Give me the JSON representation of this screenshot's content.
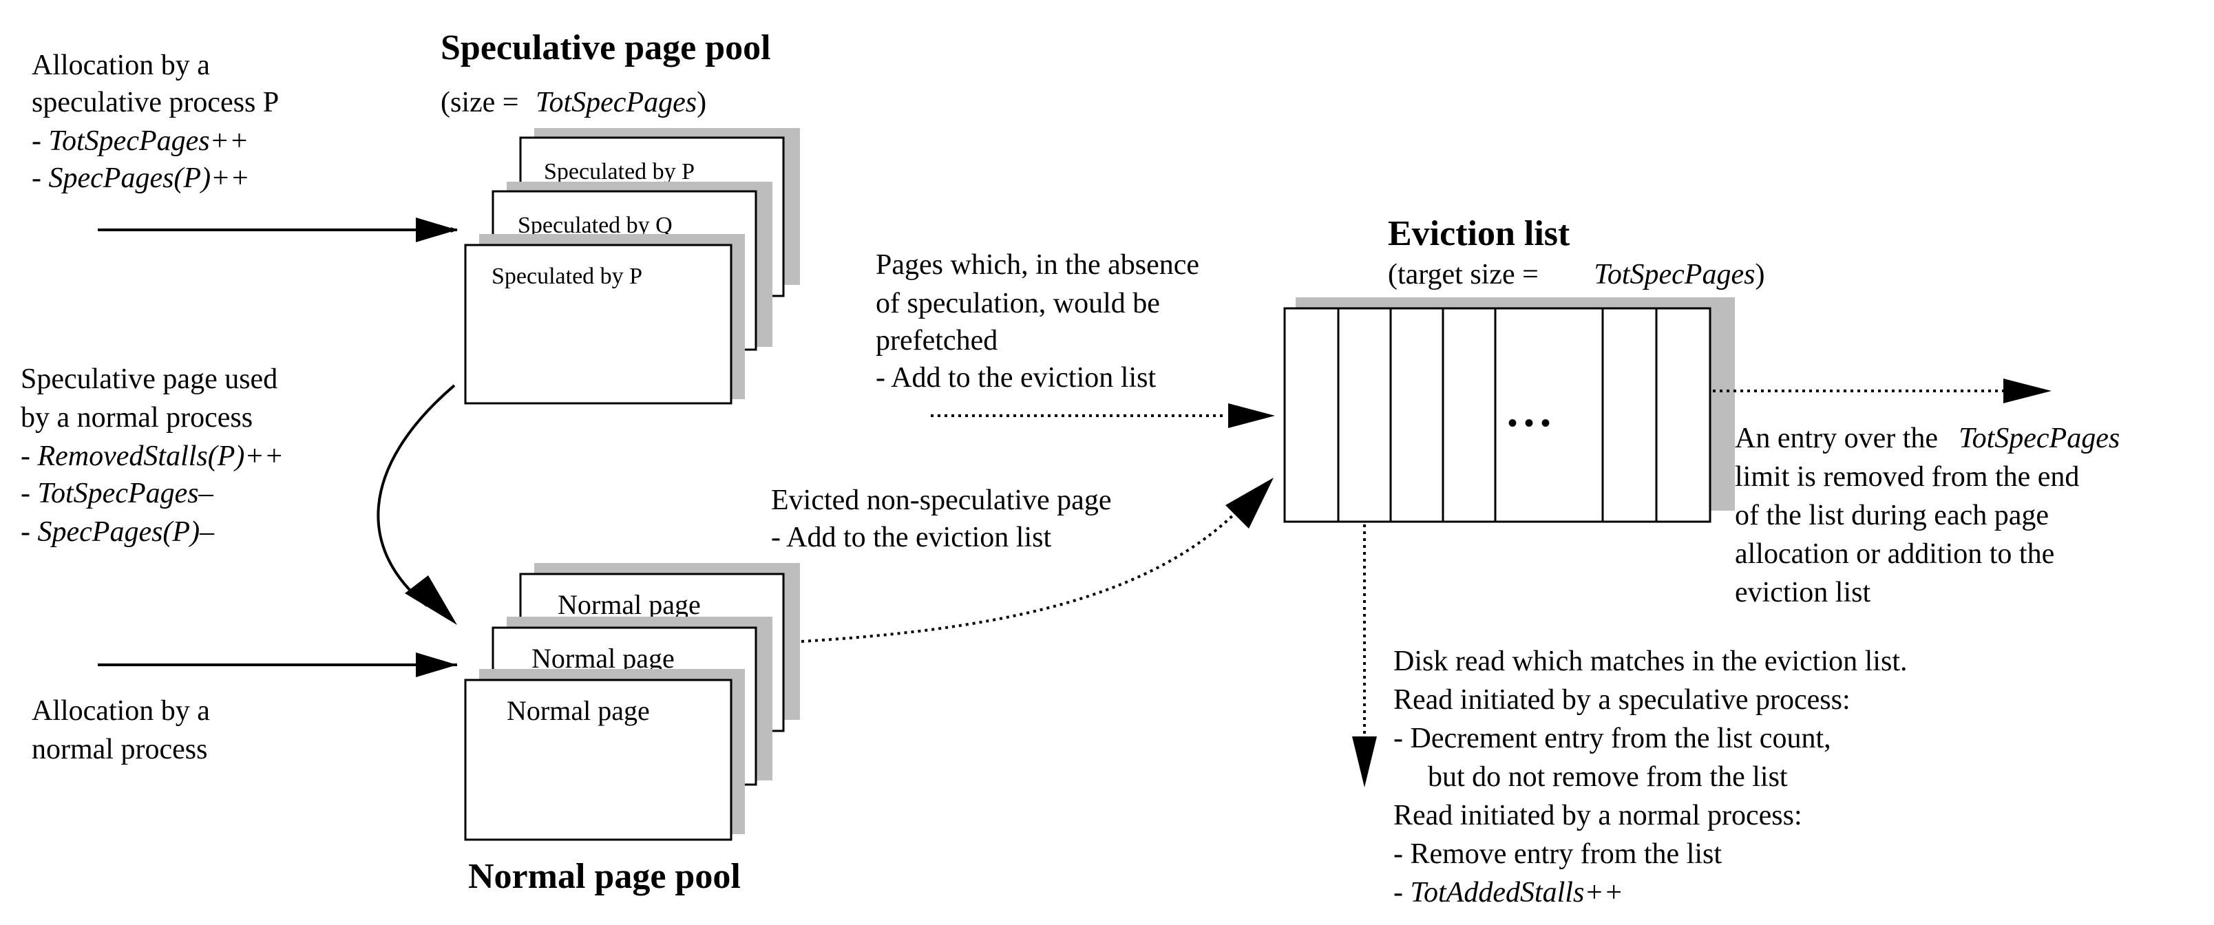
{
  "spec_pool": {
    "title": "Speculative page pool",
    "size_prefix": "(size = ",
    "size_var": "TotSpecPages",
    "size_suffix": ")",
    "cards": [
      "Speculated by P",
      "Speculated by Q",
      "Speculated by P"
    ]
  },
  "normal_pool": {
    "title": "Normal page pool",
    "cards": [
      "Normal page",
      "Normal page",
      "Normal page"
    ]
  },
  "eviction": {
    "title": "Eviction list",
    "target_prefix": "(target size = ",
    "target_var": "TotSpecPages",
    "target_suffix": ")",
    "ellipsis": "• • •"
  },
  "spec_alloc": {
    "lines": [
      "Allocation by a",
      "speculative process P"
    ],
    "ops": [
      "TotSpecPages++",
      "SpecPages(P)++"
    ]
  },
  "spec_used": {
    "lines": [
      "Speculative page used",
      "by a normal process"
    ],
    "ops": [
      "RemovedStalls(P)++",
      "TotSpecPages–",
      "SpecPages(P)–"
    ]
  },
  "normal_alloc": {
    "lines": [
      "Allocation by a",
      "normal process"
    ]
  },
  "prefetch_note": {
    "lines": [
      "Pages which, in the absence",
      "of speculation, would be",
      "prefetched",
      "- Add to the eviction list"
    ]
  },
  "evicted_note": {
    "lines": [
      "Evicted non-speculative page",
      "- Add to the eviction list"
    ]
  },
  "over_limit_note": {
    "first_prefix": "An entry over the",
    "first_var": "TotSpecPages",
    "lines": [
      "limit is removed from the end",
      "of the list during each page",
      "allocation or addition to the",
      "eviction list"
    ]
  },
  "disk_read_note": {
    "lines": [
      "Disk read which matches in the eviction list.",
      "Read initiated by a speculative process:",
      "- Decrement entry from the list count,",
      "but do not remove from the list",
      "Read initiated by a normal process:",
      "- Remove entry from the list"
    ],
    "last_op": "TotAddedStalls++"
  }
}
